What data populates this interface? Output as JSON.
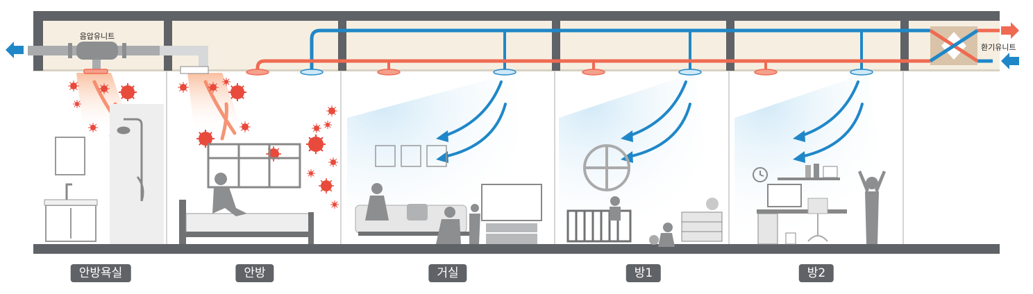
{
  "units": {
    "negative_pressure": "음압유니트",
    "ventilation": "환기유니트"
  },
  "rooms": [
    {
      "label": "안방욕실"
    },
    {
      "label": "안방"
    },
    {
      "label": "거실"
    },
    {
      "label": "방1"
    },
    {
      "label": "방2"
    }
  ],
  "colors": {
    "supply_duct": "#1f87c8",
    "exhaust_duct": "#ef6a52",
    "structure": "#5f6266",
    "ceiling_plenum": "#f6efe1",
    "virus": "#e84a3c"
  },
  "icons": [
    "virus-icon",
    "air-flow-arrow-icon",
    "shower-icon",
    "bed-icon",
    "sofa-icon",
    "tv-icon",
    "crib-icon",
    "desk-icon",
    "heat-exchanger-icon"
  ]
}
